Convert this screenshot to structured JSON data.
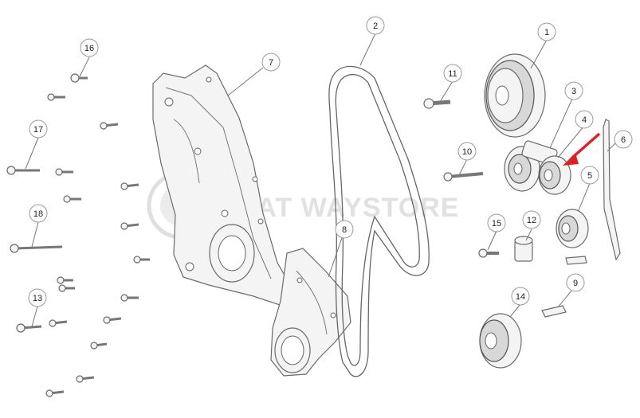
{
  "diagram": {
    "callouts": [
      "1",
      "2",
      "3",
      "4",
      "5",
      "6",
      "7",
      "8",
      "9",
      "10",
      "11",
      "12",
      "13",
      "14",
      "15",
      "16",
      "17",
      "18"
    ],
    "watermark": "SEAT WAYSTORE",
    "accent_color": "#e02020",
    "line_color": "#777777"
  }
}
